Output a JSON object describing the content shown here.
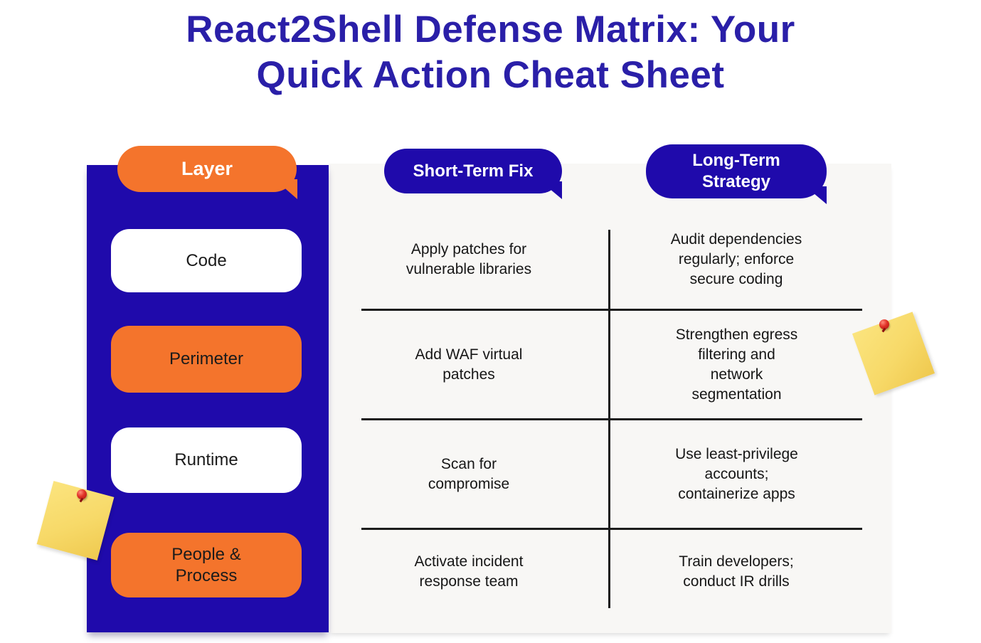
{
  "title": {
    "line1": "React2Shell Defense Matrix: Your",
    "line2": "Quick Action Cheat Sheet"
  },
  "table": {
    "headers": {
      "layer": "Layer",
      "short_term": "Short-Term Fix",
      "long_term": "Long-Term Strategy"
    },
    "rows": [
      {
        "layer": "Code",
        "layer_variant": "white",
        "short_term_fix": "Apply patches for vulnerable libraries",
        "long_term_strategy": "Audit dependencies regularly; enforce secure coding"
      },
      {
        "layer": "Perimeter",
        "layer_variant": "orange",
        "short_term_fix": "Add WAF virtual patches",
        "long_term_strategy": "Strengthen egress filtering and network segmentation"
      },
      {
        "layer": "Runtime",
        "layer_variant": "white",
        "short_term_fix": "Scan for compromise",
        "long_term_strategy": "Use least-privilege accounts; containerize apps"
      },
      {
        "layer": "People & Process",
        "layer_variant": "orange",
        "short_term_fix": "Activate incident response team",
        "long_term_strategy": "Train developers; conduct IR drills"
      }
    ]
  },
  "decorations": {
    "sticky_note_left": {
      "icon": "sticky-note",
      "pin_icon": "push-pin-icon"
    },
    "sticky_note_right": {
      "icon": "sticky-note",
      "pin_icon": "push-pin-icon"
    }
  },
  "colors": {
    "title_indigo": "#2A1FA8",
    "deep_blue": "#1F0AAB",
    "orange": "#F4742C",
    "panel_gray": "#F8F7F5",
    "sticky_yellow": "#F7D968",
    "pin_red": "#D62F23",
    "divider_black": "#1C1C1C",
    "text_dark": "#161616",
    "box_white": "#FFFFFF"
  }
}
